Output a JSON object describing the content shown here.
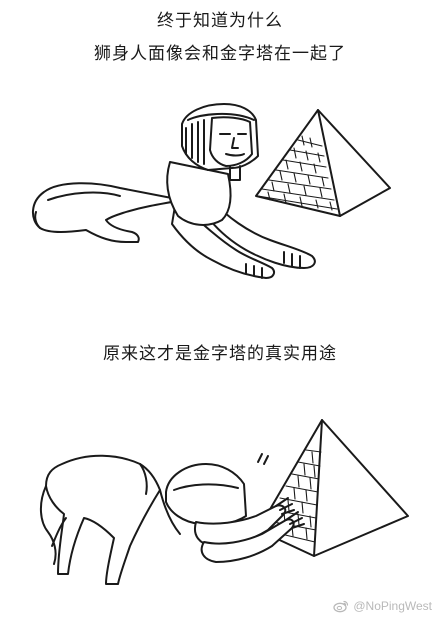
{
  "captions": {
    "line1": "终于知道为什么",
    "line2": "狮身人面像会和金字塔在一起了",
    "line3": "原来这才是金字塔的真实用途"
  },
  "panels": {
    "first": "sphinx-resting-beside-pyramid",
    "second": "sphinx-scratching-pyramid"
  },
  "watermark": {
    "icon": "weibo-logo-icon",
    "text": "@NoPingWest"
  },
  "colors": {
    "background": "#ffffff",
    "ink": "#1a1a1a",
    "watermark": "#b9b9b9"
  }
}
